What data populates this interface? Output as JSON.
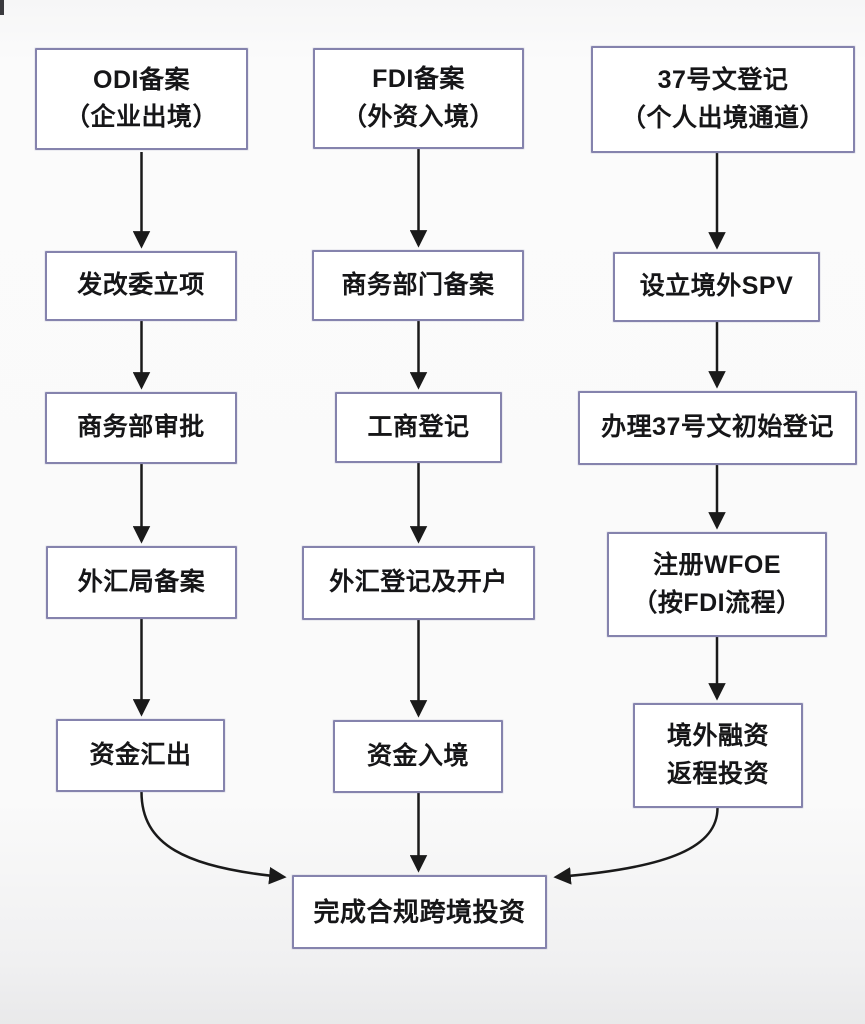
{
  "flowchart": {
    "columns": [
      {
        "id": "odi-channel",
        "steps": [
          {
            "lines": [
              "ODI备案",
              "（企业出境）"
            ]
          },
          {
            "lines": [
              "发改委立项"
            ]
          },
          {
            "lines": [
              "商务部审批"
            ]
          },
          {
            "lines": [
              "外汇局备案"
            ]
          },
          {
            "lines": [
              "资金汇出"
            ]
          }
        ]
      },
      {
        "id": "fdi-channel",
        "steps": [
          {
            "lines": [
              "FDI备案",
              "（外资入境）"
            ]
          },
          {
            "lines": [
              "商务部门备案"
            ]
          },
          {
            "lines": [
              "工商登记"
            ]
          },
          {
            "lines": [
              "外汇登记及开户"
            ]
          },
          {
            "lines": [
              "资金入境"
            ]
          }
        ]
      },
      {
        "id": "circular37-channel",
        "steps": [
          {
            "lines": [
              "37号文登记",
              "（个人出境通道）"
            ]
          },
          {
            "lines": [
              "设立境外SPV"
            ]
          },
          {
            "lines": [
              "办理37号文初始登记"
            ]
          },
          {
            "lines": [
              "注册WFOE",
              "（按FDI流程）"
            ]
          },
          {
            "lines": [
              "境外融资",
              "返程投资"
            ]
          }
        ]
      }
    ],
    "final": {
      "lines": [
        "完成合规跨境投资"
      ]
    },
    "colors": {
      "box_border": "#8583ad",
      "box_fill": "#ffffff",
      "arrow": "#1a1a1a",
      "text": "#161618",
      "background": "#fafafa"
    }
  }
}
